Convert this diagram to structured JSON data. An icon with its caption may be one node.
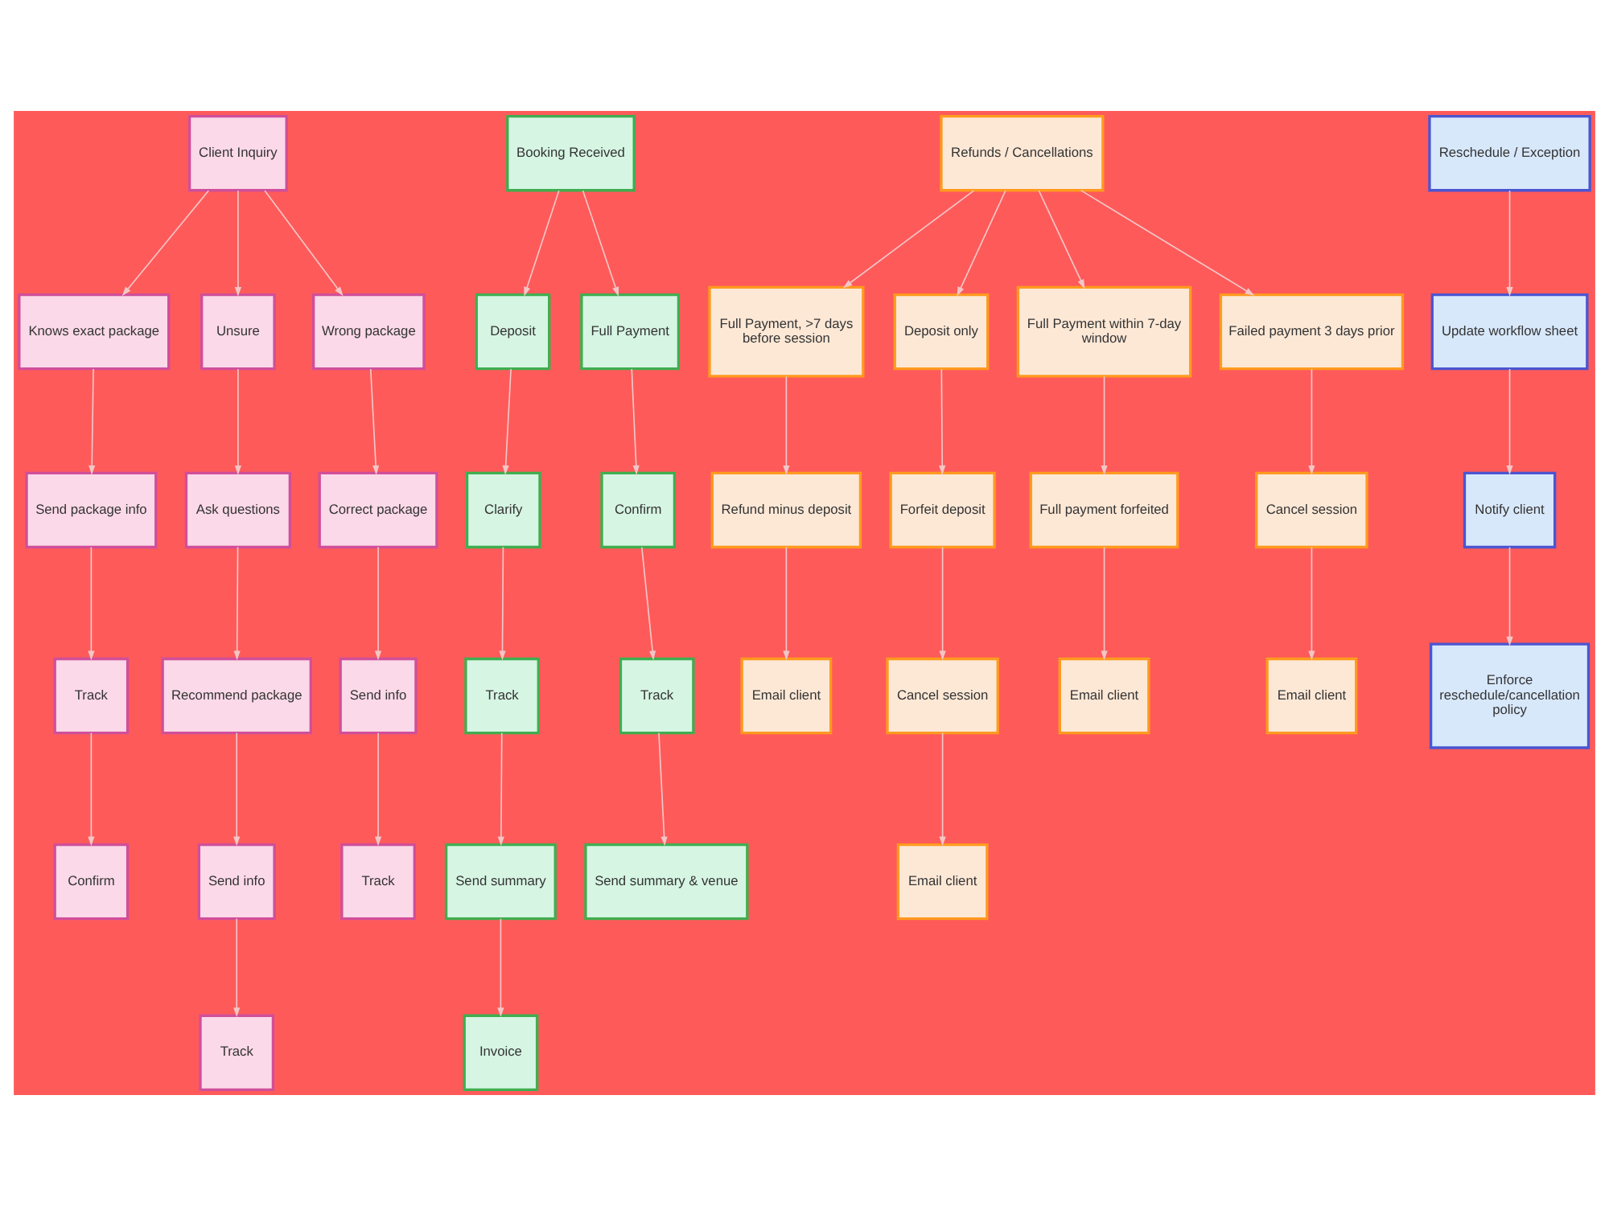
{
  "diagram": {
    "nodes": [
      {
        "text": [
          "Client Inquiry"
        ]
      },
      {
        "text": [
          "Booking Received"
        ]
      },
      {
        "text": [
          "Refunds / Cancellations"
        ]
      },
      {
        "text": [
          "Reschedule / Exception"
        ]
      },
      {
        "text": [
          "Knows exact package"
        ]
      },
      {
        "text": [
          "Unsure"
        ]
      },
      {
        "text": [
          "Wrong package"
        ]
      },
      {
        "text": [
          "Deposit"
        ]
      },
      {
        "text": [
          "Full Payment"
        ]
      },
      {
        "text": [
          "Full Payment, >7 days before session"
        ]
      },
      {
        "text": [
          "Deposit only"
        ]
      },
      {
        "text": [
          "Full Payment within 7-day window"
        ]
      },
      {
        "text": [
          "Failed payment 3 days prior"
        ]
      },
      {
        "text": [
          "Update workflow sheet"
        ]
      },
      {
        "text": [
          "Send package info"
        ]
      },
      {
        "text": [
          "Ask questions"
        ]
      },
      {
        "text": [
          "Correct package"
        ]
      },
      {
        "text": [
          "Clarify"
        ]
      },
      {
        "text": [
          "Confirm"
        ]
      },
      {
        "text": [
          "Refund minus deposit"
        ]
      },
      {
        "text": [
          "Forfeit deposit"
        ]
      },
      {
        "text": [
          "Full payment forfeited"
        ]
      },
      {
        "text": [
          "Cancel session"
        ]
      },
      {
        "text": [
          "Notify client"
        ]
      },
      {
        "text": [
          "Track"
        ]
      },
      {
        "text": [
          "Recommend package"
        ]
      },
      {
        "text": [
          "Send info"
        ]
      },
      {
        "text": [
          "Track"
        ]
      },
      {
        "text": [
          "Track"
        ]
      },
      {
        "text": [
          "Email client"
        ]
      },
      {
        "text": [
          "Cancel session"
        ]
      },
      {
        "text": [
          "Email client"
        ]
      },
      {
        "text": [
          "Email client"
        ]
      },
      {
        "text": [
          "Enforce reschedule/cancellation policy"
        ]
      },
      {
        "text": [
          "Confirm"
        ]
      },
      {
        "text": [
          "Send info"
        ]
      },
      {
        "text": [
          "Track"
        ]
      },
      {
        "text": [
          "Send summary"
        ]
      },
      {
        "text": [
          "Send summary & venue"
        ]
      },
      {
        "text": [
          "Email client"
        ]
      },
      {
        "text": [
          "Track"
        ]
      },
      {
        "text": [
          "Invoice"
        ]
      }
    ],
    "edges": [
      {
        "from": 0,
        "to": 4,
        "arrow": "to"
      },
      {
        "from": 0,
        "to": 5,
        "arrow": "to"
      },
      {
        "from": 0,
        "to": 6,
        "arrow": "to"
      },
      {
        "from": 1,
        "to": 7,
        "arrow": "to"
      },
      {
        "from": 1,
        "to": 8,
        "arrow": "to"
      },
      {
        "from": 2,
        "to": 9,
        "arrow": "to"
      },
      {
        "from": 2,
        "to": 10,
        "arrow": "to"
      },
      {
        "from": 2,
        "to": 11,
        "arrow": "to"
      },
      {
        "from": 2,
        "to": 12,
        "arrow": "to"
      },
      {
        "from": 3,
        "to": 13,
        "arrow": "to"
      },
      {
        "from": 4,
        "to": 14,
        "arrow": "to"
      },
      {
        "from": 5,
        "to": 15,
        "arrow": "to"
      },
      {
        "from": 6,
        "to": 16,
        "arrow": "to"
      },
      {
        "from": 7,
        "to": 17,
        "arrow": "to"
      },
      {
        "from": 8,
        "to": 18,
        "arrow": "to"
      },
      {
        "from": 9,
        "to": 19,
        "arrow": "to"
      },
      {
        "from": 10,
        "to": 20,
        "arrow": "to"
      },
      {
        "from": 11,
        "to": 21,
        "arrow": "to"
      },
      {
        "from": 12,
        "to": 22,
        "arrow": "to"
      },
      {
        "from": 13,
        "to": 23,
        "arrow": "to"
      },
      {
        "from": 14,
        "to": 24,
        "arrow": "to"
      },
      {
        "from": 15,
        "to": 25,
        "arrow": "to"
      },
      {
        "from": 16,
        "to": 26,
        "arrow": "to"
      },
      {
        "from": 17,
        "to": 27,
        "arrow": "to"
      },
      {
        "from": 18,
        "to": 28,
        "arrow": "to"
      },
      {
        "from": 19,
        "to": 29,
        "arrow": "to"
      },
      {
        "from": 20,
        "to": 30,
        "arrow": "to"
      },
      {
        "from": 21,
        "to": 31,
        "arrow": "to"
      },
      {
        "from": 22,
        "to": 32,
        "arrow": "to"
      },
      {
        "from": 23,
        "to": 33,
        "arrow": "to"
      },
      {
        "from": 24,
        "to": 34,
        "arrow": "to"
      },
      {
        "from": 25,
        "to": 35,
        "arrow": "to"
      },
      {
        "from": 26,
        "to": 36,
        "arrow": "to"
      },
      {
        "from": 27,
        "to": 37,
        "arrow": "to"
      },
      {
        "from": 28,
        "to": 38,
        "arrow": "to"
      },
      {
        "from": 30,
        "to": 39,
        "arrow": "to"
      },
      {
        "from": 35,
        "to": 40,
        "arrow": "to"
      },
      {
        "from": 37,
        "to": 41,
        "arrow": "to"
      }
    ]
  }
}
